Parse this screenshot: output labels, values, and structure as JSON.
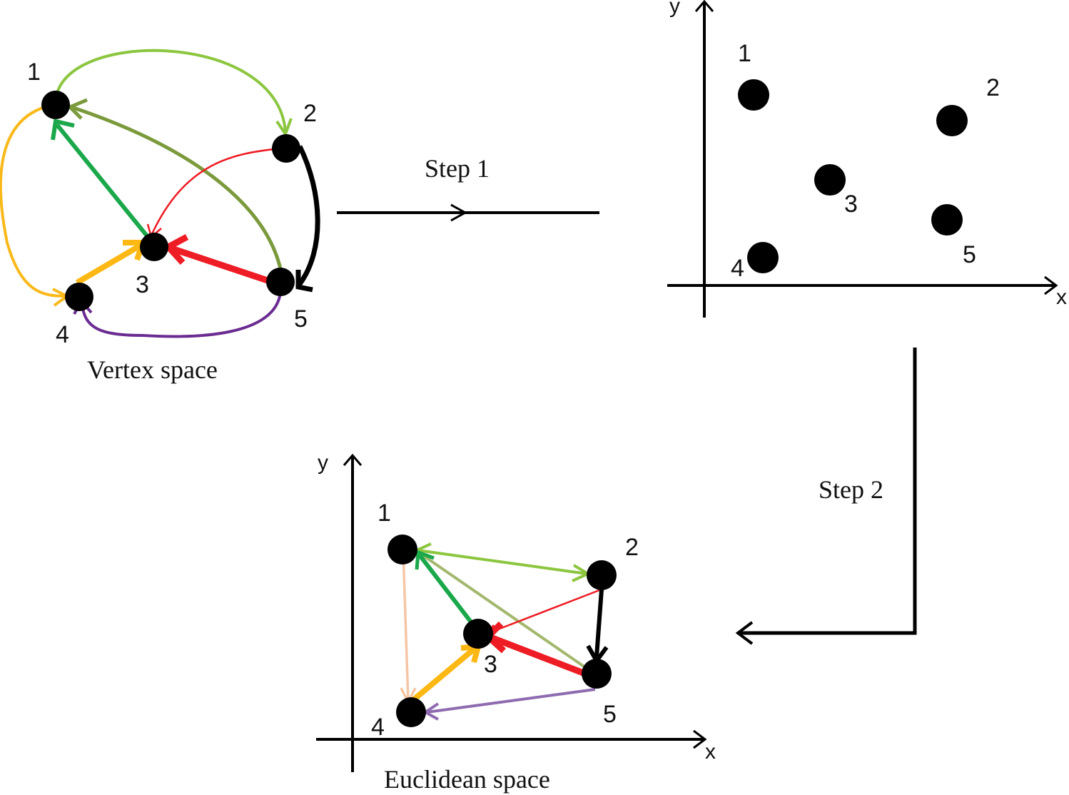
{
  "diagram": {
    "panels": {
      "vertex": {
        "caption": "Vertex space"
      },
      "intermediate": {
        "x_label": "x",
        "y_label": "y"
      },
      "euclidean": {
        "caption": "Euclidean space",
        "x_label": "x",
        "y_label": "y"
      }
    },
    "steps": {
      "step1": "Step 1",
      "step2": "Step 2"
    },
    "nodes": [
      {
        "id": "1",
        "label": "1"
      },
      {
        "id": "2",
        "label": "2"
      },
      {
        "id": "3",
        "label": "3"
      },
      {
        "id": "4",
        "label": "4"
      },
      {
        "id": "5",
        "label": "5"
      }
    ],
    "edges": [
      {
        "from": "1",
        "to": "2",
        "color": "#8cc63f"
      },
      {
        "from": "1",
        "to": "4",
        "color": "#f9b91b"
      },
      {
        "from": "3",
        "to": "1",
        "color": "#1aa84b"
      },
      {
        "from": "5",
        "to": "1",
        "color": "#7b9a3c"
      },
      {
        "from": "2",
        "to": "3",
        "color": "#ee1c24"
      },
      {
        "from": "2",
        "to": "5",
        "color": "#000000"
      },
      {
        "from": "5",
        "to": "3",
        "color": "#ee1c24"
      },
      {
        "from": "4",
        "to": "3",
        "color": "#fdb813"
      },
      {
        "from": "5",
        "to": "4",
        "color": "#6a2c91"
      },
      {
        "from": "1",
        "to": "4",
        "color": "#f5c6a5"
      }
    ]
  }
}
